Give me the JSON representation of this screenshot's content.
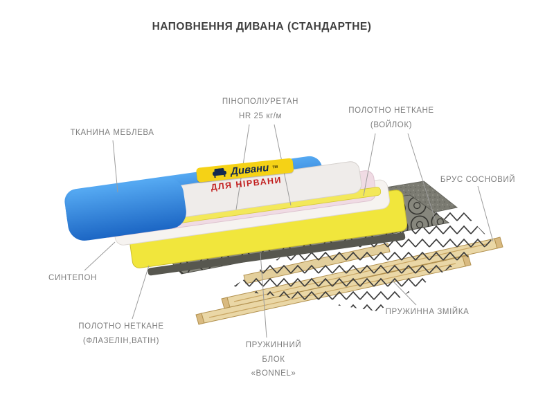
{
  "title": "НАПОВНЕННЯ ДИВАНА (СТАНДАРТНЕ)",
  "brand": {
    "name": "Дивани",
    "tm": "тм",
    "tagline": "ДЛЯ НІРВАНИ"
  },
  "callouts": {
    "fabric": {
      "line1": "ТКАНИНА МЕБЛЕВА"
    },
    "foam": {
      "line1": "ПІНОПОЛІУРЕТАН",
      "line2": "HR 25 кг/м"
    },
    "felt": {
      "line1": "ПОЛОТНО НЕТКАНЕ",
      "line2": "(ВОЙЛОК)"
    },
    "beam": {
      "line1": "БРУС СОСНОВИЙ"
    },
    "sintepon": {
      "line1": "СИНТЕПОН"
    },
    "nonwoven": {
      "line1": "ПОЛОТНО НЕТКАНЕ",
      "line2": "(ФЛАЗЕЛІН,ВАТІН)"
    },
    "springblock": {
      "line1": "ПРУЖИННИЙ",
      "line2": "БЛОК",
      "line3": "«BONNEL»"
    },
    "snake": {
      "line1": "ПРУЖИННА ЗМІЙКА"
    }
  },
  "colors": {
    "fabric_blue": "#2f86dd",
    "foam_yellow": "#f1e63c",
    "wood_tan": "#ead7a6",
    "felt_gray": "#7b7b72",
    "logo_yellow": "#f5d216",
    "logo_red": "#c21f1f",
    "label_gray": "#7d7d7d"
  }
}
